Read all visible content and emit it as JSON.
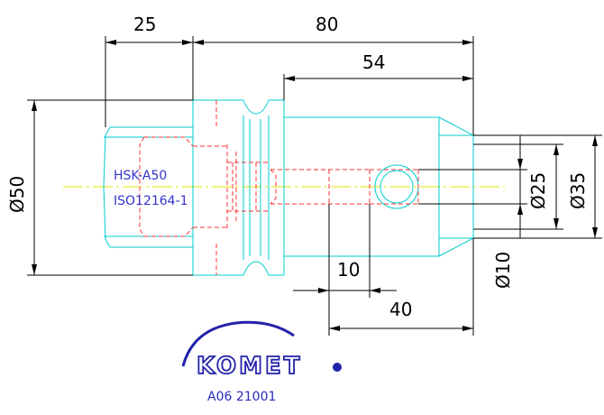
{
  "dimensions": {
    "d25_top": "25",
    "d80_top": "80",
    "d54_top": "54",
    "dia50": "Ø50",
    "dia25": "Ø25",
    "dia35": "Ø35",
    "dia10": "Ø10",
    "d10_bottom": "10",
    "d40_bottom": "40"
  },
  "part": {
    "name": "HSK-A50",
    "standard": "ISO12164-1"
  },
  "logo": {
    "brand": "KOMET",
    "reference": "A06 21001"
  },
  "colors": {
    "outline": "#00cccc",
    "hidden": "#ff3333",
    "dimension": "#000000",
    "centerline": "#e6e600",
    "label": "#3333cc",
    "logo": "#2222aa"
  }
}
